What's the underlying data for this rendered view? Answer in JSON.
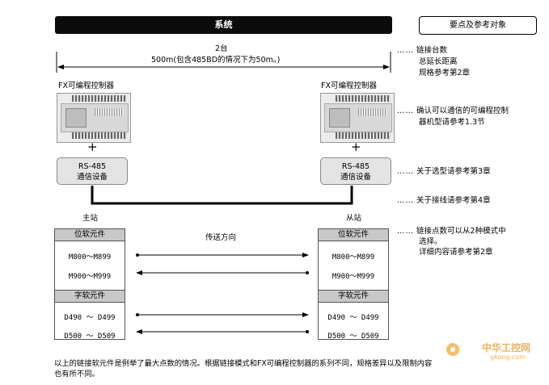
{
  "header": {
    "system_title": "系统",
    "reference_title": "要点及参考对象"
  },
  "count_label": "2台",
  "distance_label": "500m(包含485BD的情况下为50m。)",
  "plc_left_label": "FX可编程控制器",
  "plc_right_label": "FX可编程控制器",
  "comm_left": {
    "line1": "RS-485",
    "line2": "通信设备"
  },
  "comm_right": {
    "line1": "RS-485",
    "line2": "通信设备"
  },
  "plus_symbol": "+",
  "master_label": "主站",
  "slave_label": "从站",
  "direction_label": "传送方向",
  "station_left": {
    "bit_header": "位软元件",
    "bit_row1": "M800～M899",
    "bit_row2": "M900～M999",
    "word_header": "字软元件",
    "word_row1": "D490 ～ D499",
    "word_row2": "D500 ～ D509"
  },
  "station_right": {
    "bit_header": "位软元件",
    "bit_row1": "M800～M899",
    "bit_row2": "M900～M999",
    "word_header": "字软元件",
    "word_row1": "D490 ～ D499",
    "word_row2": "D500 ～ D509"
  },
  "notes": {
    "dots": "……",
    "n1": "链接台数",
    "n2": "总延长距离",
    "n3": "规格参考第2章",
    "n4a": "确认可以通信的可编程控制",
    "n4b": "器机型请参考1.3节",
    "n5": "关于选型请参考第3章",
    "n6": "关于接线请参考第4章",
    "n7a": "链接点数可以从2种模式中",
    "n7b": "选择。",
    "n7c": "详细内容请参考第2章"
  },
  "footer_line1": "以上的链接软元件是例举了最大点数的情况。根据链接模式和FX可编程控制器的系列不同，规格差异以及限制内容",
  "footer_line2": "也有所不同。",
  "watermark": {
    "text": "中华工控网",
    "sub": "gkong.com"
  }
}
